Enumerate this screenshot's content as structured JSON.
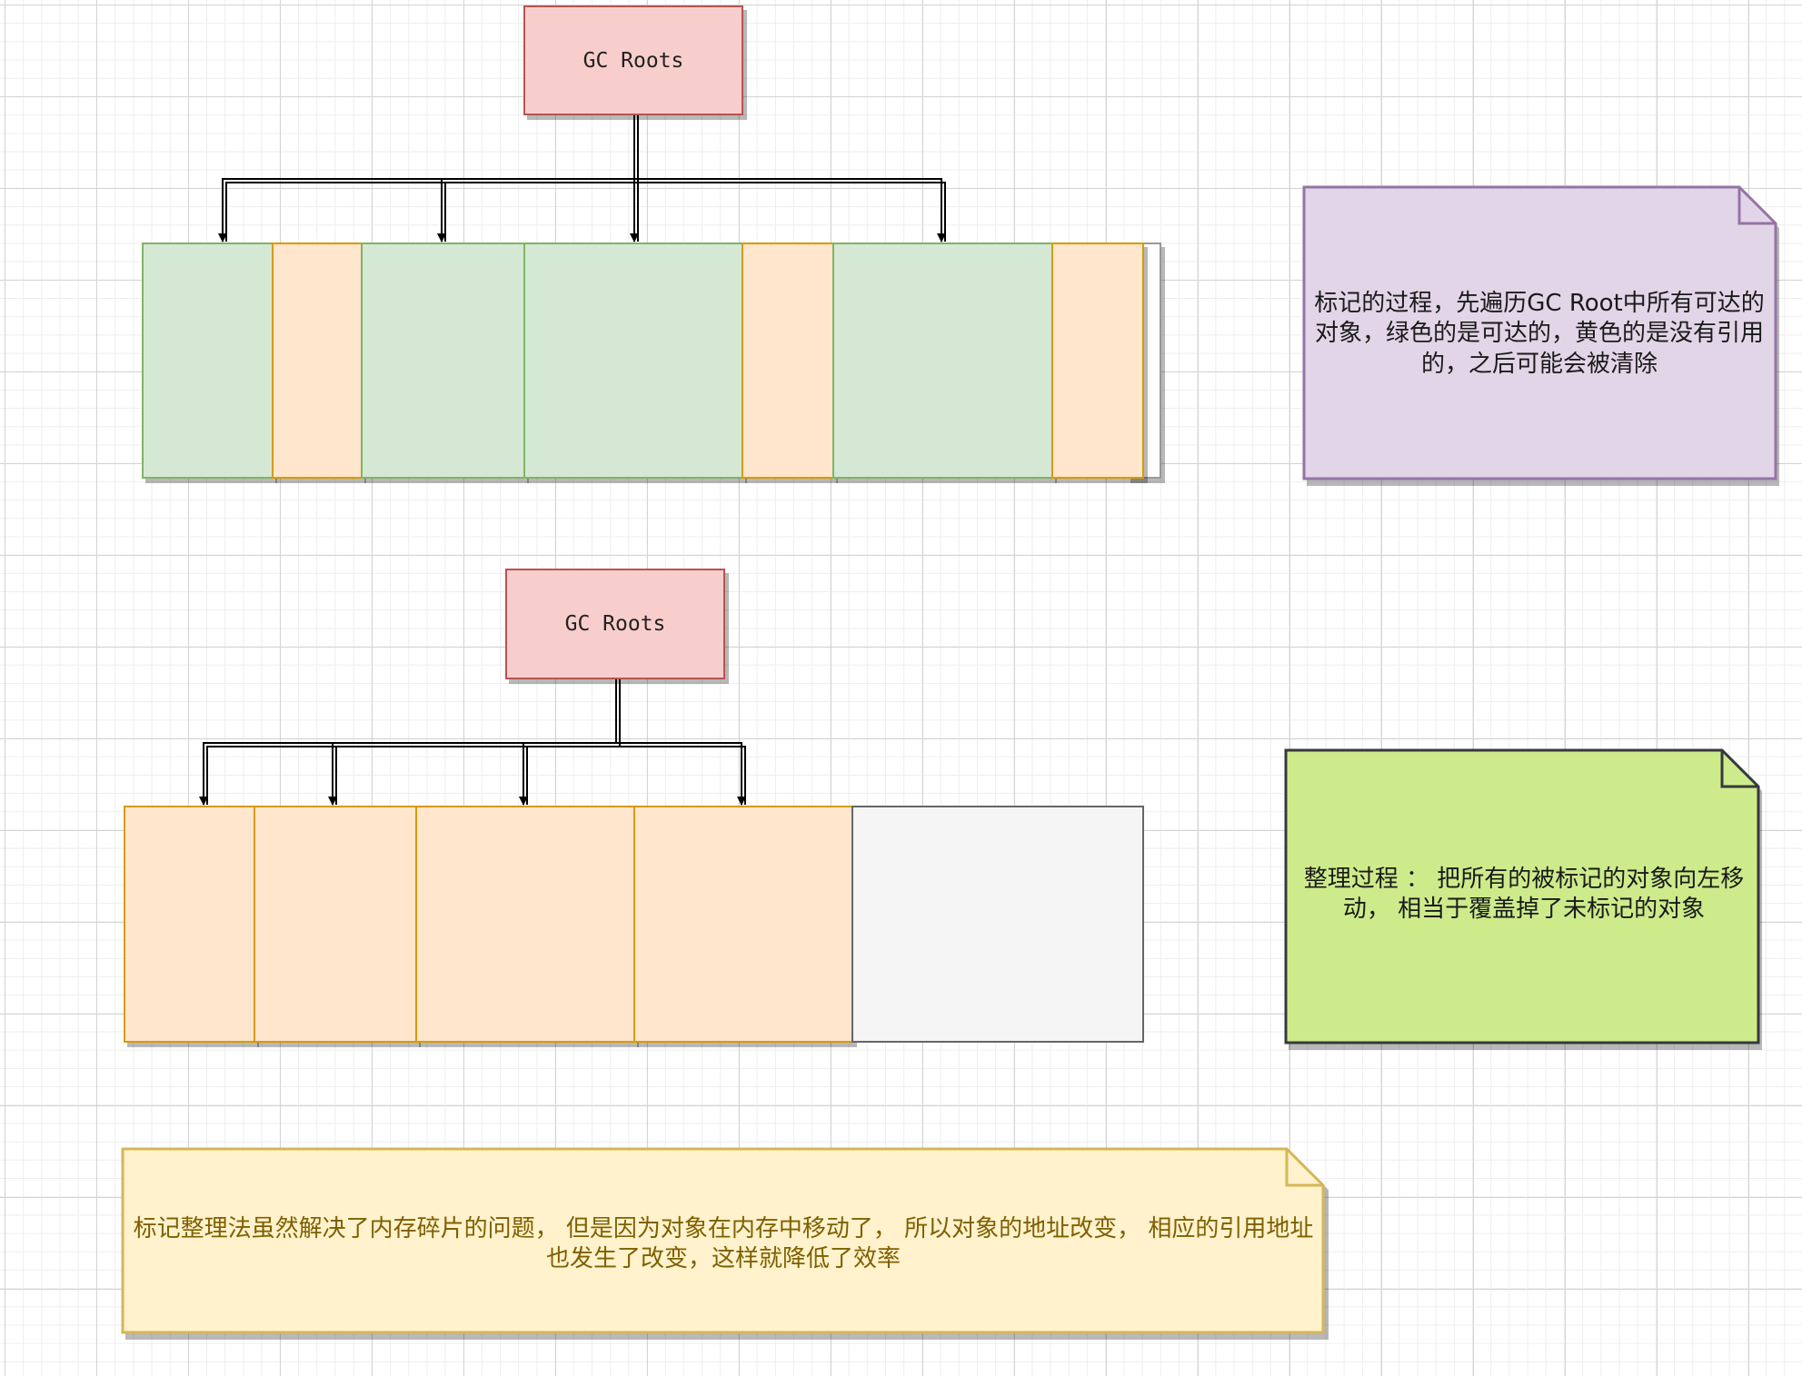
{
  "diagram": {
    "mark_phase": {
      "root_label": "GC Roots",
      "note": "标记的过程，先遍历GC Root中所有可达的对象，绿色的是可达的，黄色的是没有引用的，之后可能会被清除"
    },
    "compact_phase": {
      "root_label": "GC Roots",
      "note": "整理过程 ： 把所有的被标记的对象向左移动， 相当于覆盖掉了未标记的对象"
    },
    "summary_note": "标记整理法虽然解决了内存碎片的问题， 但是因为对象在内存中移动了， 所以对象的地址改变， 相应的引用地址也发生了改变，这样就降低了效率",
    "colors": {
      "root_fill": "#f8cecc",
      "root_stroke": "#b85450",
      "reachable_fill": "#d5e8d4",
      "reachable_stroke": "#82b366",
      "unreferenced_fill": "#ffe6cc",
      "unreferenced_stroke": "#d79b00",
      "free_fill": "#f5f5f5",
      "note_purple_fill": "#e1d5e7",
      "note_purple_stroke": "#9673a6",
      "note_green_fill": "#cdeb8b",
      "note_green_stroke": "#36393d",
      "note_yellow_fill": "#fff2cc",
      "note_yellow_stroke": "#d6b656",
      "note_yellow_text": "#7f6000"
    }
  }
}
